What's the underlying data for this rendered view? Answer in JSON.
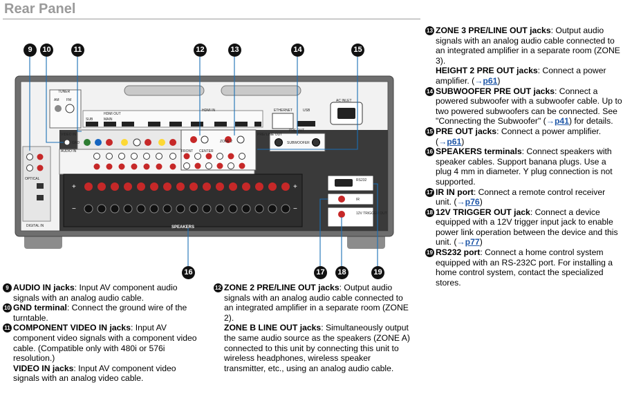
{
  "page": {
    "title": "Rear Panel"
  },
  "panel_labels": {
    "tuner": "TUNER",
    "am": "AM",
    "fm": "FM",
    "hdmi_out": "HDMI OUT",
    "sub": "SUB",
    "main": "MAIN",
    "hdmi_in": "HDMI IN",
    "ethernet": "ETHERNET",
    "usb": "USB",
    "ac_inlet": "AC INLET",
    "video_in": "VIDEO IN",
    "gnd": "GND",
    "audio_in": "AUDIO IN",
    "pre_out": "PRE OUT",
    "subwoofer": "SUBWOOFER",
    "zone2": "ZONE 2",
    "pre_line_out": "PRE/ LINE OUT",
    "front": "FRONT",
    "center": "CENTER",
    "rs232": "RS232",
    "ir": "IR",
    "trigger": "12V TRIGGER OUT",
    "speakers": "SPEAKERS",
    "digital_in": "DIGITAL IN",
    "optical": "OPTICAL"
  },
  "callouts": {
    "c9": "9",
    "c10": "10",
    "c11": "11",
    "c12": "12",
    "c13": "13",
    "c14": "14",
    "c15": "15",
    "c16": "16",
    "c17": "17",
    "c18": "18",
    "c19": "19"
  },
  "items_left": [
    {
      "num": "9",
      "term": "AUDIO IN jacks",
      "text": ": Input AV component audio signals with an analog audio cable."
    },
    {
      "num": "10",
      "term": "GND terminal",
      "text": ": Connect the ground wire of the turntable."
    },
    {
      "num": "11",
      "term": "COMPONENT VIDEO IN jacks",
      "text": ": Input AV component video signals with a component video cable. (Compatible only with 480i or 576i resolution.)"
    }
  ],
  "item11_sub": {
    "term": "VIDEO IN jacks",
    "text": ": Input AV component video signals with an analog video cable."
  },
  "items_mid": [
    {
      "num": "12",
      "term": "ZONE 2 PRE/LINE OUT jacks",
      "text": ": Output audio signals with an analog audio cable connected to an integrated amplifier in a separate room (ZONE 2)."
    }
  ],
  "item12_sub": {
    "term": "ZONE B LINE OUT jacks",
    "text": ": Simultaneously output the same audio source as the speakers (ZONE A) connected to this unit by connecting this unit to wireless headphones, wireless speaker transmitter, etc., using an analog audio cable."
  },
  "item13": {
    "num": "13",
    "term": "ZONE 3 PRE/LINE OUT jacks",
    "text": ": Output audio signals with an analog audio cable connected to an integrated amplifier in a separate room (ZONE 3)."
  },
  "item13_sub": {
    "term": "HEIGHT 2 PRE OUT jacks",
    "text": ": Connect a power amplifier. (",
    "arrow": "→",
    "link": "p61",
    "close": ")"
  },
  "item14": {
    "num": "14",
    "term": "SUBWOOFER PRE OUT jacks",
    "text": ": Connect a powered subwoofer with a subwoofer cable. Up to two powered subwoofers can be connected. See \"Connecting the Subwoofer\" (",
    "arrow": "→",
    "link": "p41",
    "close": ") for details."
  },
  "item15": {
    "num": "15",
    "term": "PRE OUT jacks",
    "text": ": Connect a power amplifier. (",
    "arrow": "→",
    "link": "p61",
    "close": ")"
  },
  "item16": {
    "num": "16",
    "term": "SPEAKERS terminals",
    "text": ": Connect speakers with speaker cables. Support banana plugs. Use a plug 4 mm in diameter. Y plug connection is not supported."
  },
  "item17": {
    "num": "17",
    "term": "IR IN port",
    "text": ": Connect a remote control receiver unit. (",
    "arrow": "→",
    "link": "p76",
    "close": ")"
  },
  "item18": {
    "num": "18",
    "term": "12V TRIGGER OUT jack",
    "text": ": Connect a device equipped with a 12V trigger input jack to enable power link operation between the device and this unit. (",
    "arrow": "→",
    "link": "p77",
    "close": ")"
  },
  "item19": {
    "num": "19",
    "term": "RS232 port",
    "text": ": Connect a home control system equipped with an RS-232C port. For installing a home control system, contact the specialized stores."
  }
}
